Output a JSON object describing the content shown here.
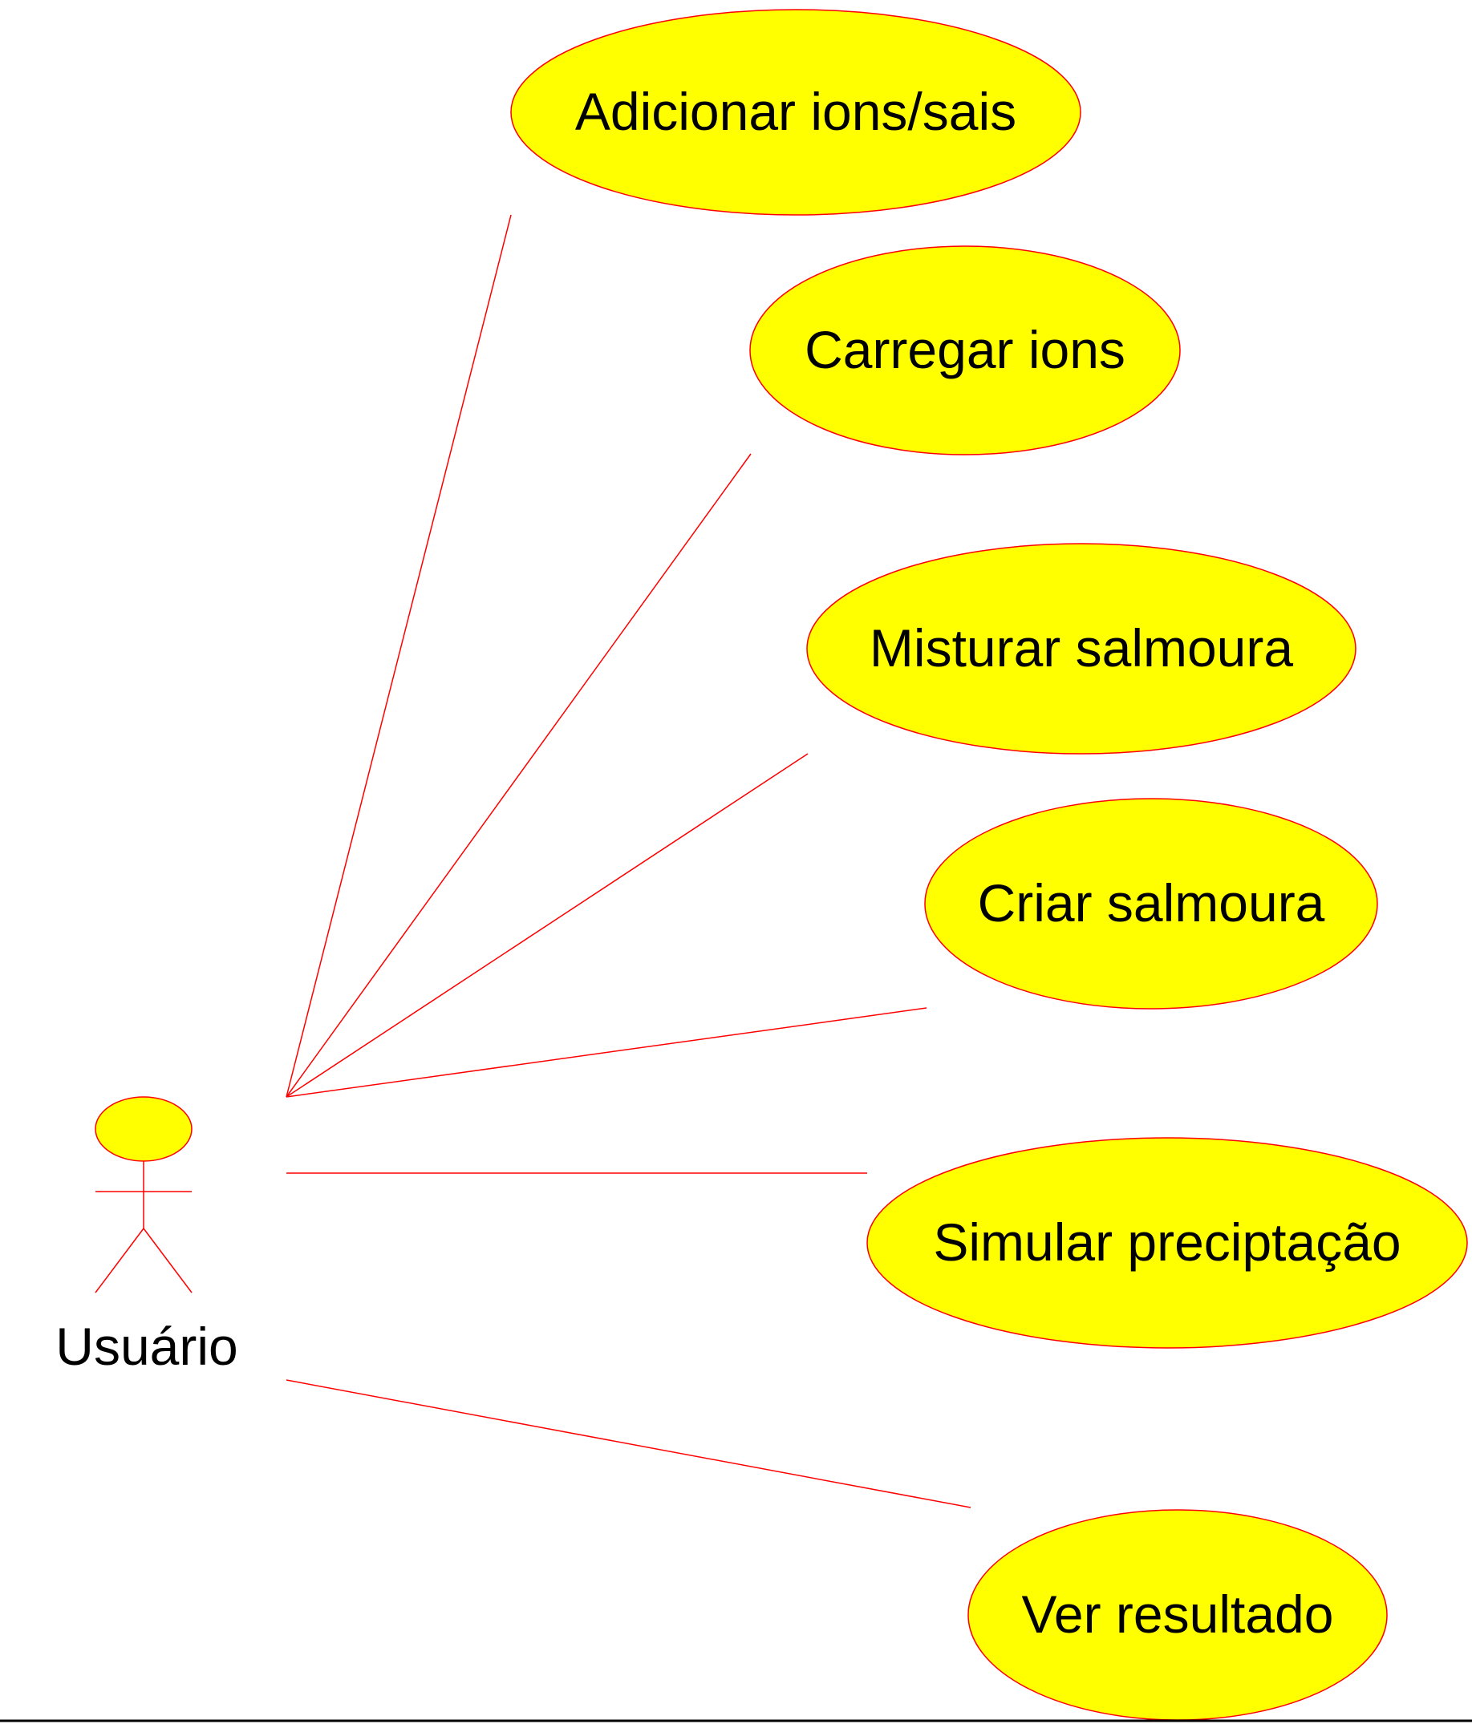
{
  "actor": {
    "label": "Usuário"
  },
  "use_cases": [
    {
      "label": "Adicionar ions/sais"
    },
    {
      "label": "Carregar ions"
    },
    {
      "label": "Misturar salmoura"
    },
    {
      "label": "Criar salmoura"
    },
    {
      "label": "Simular preciptação"
    },
    {
      "label": "Ver resultado"
    }
  ],
  "colors": {
    "use_case_fill": "#ffff00",
    "line": "#ff0000",
    "text": "#000000"
  }
}
